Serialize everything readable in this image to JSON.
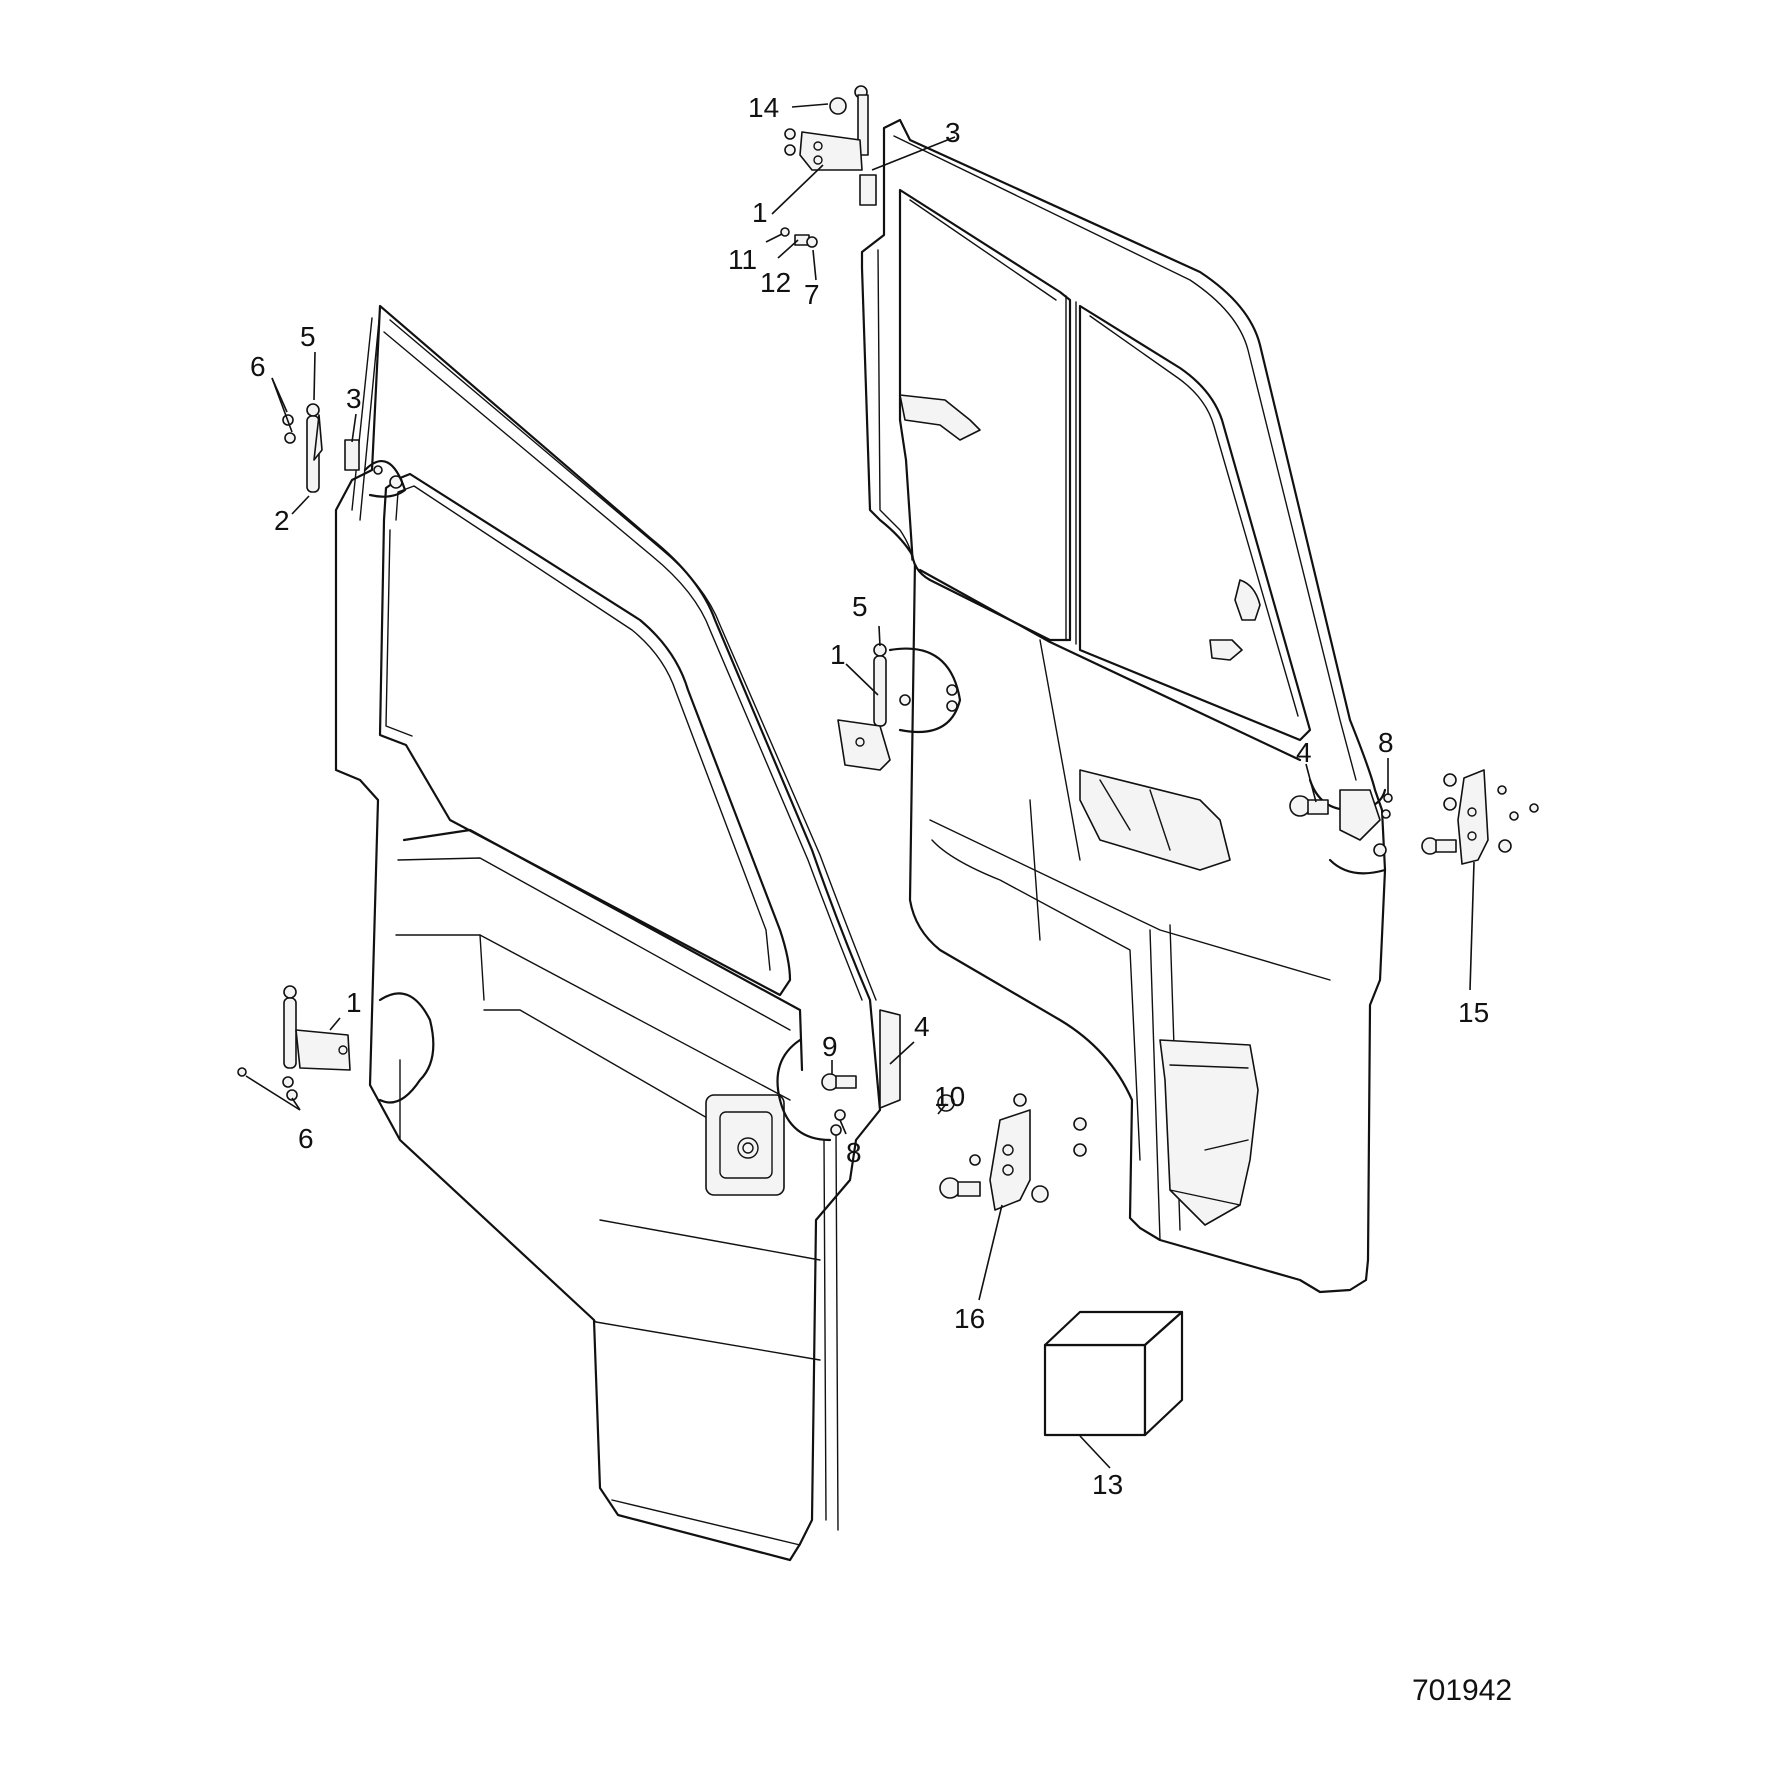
{
  "diagram": {
    "document_number": "701942",
    "callouts": {
      "c1": "14",
      "c2": "3",
      "c3": "1",
      "c4": "11",
      "c5": "12",
      "c6": "7",
      "c7": "5",
      "c8": "6",
      "c9": "3",
      "c10": "2",
      "c11": "5",
      "c12": "1",
      "c13": "4",
      "c14": "8",
      "c15": "15",
      "c16": "1",
      "c17": "6",
      "c18": "9",
      "c19": "4",
      "c20": "10",
      "c21": "8",
      "c22": "16",
      "c23": "13"
    }
  }
}
